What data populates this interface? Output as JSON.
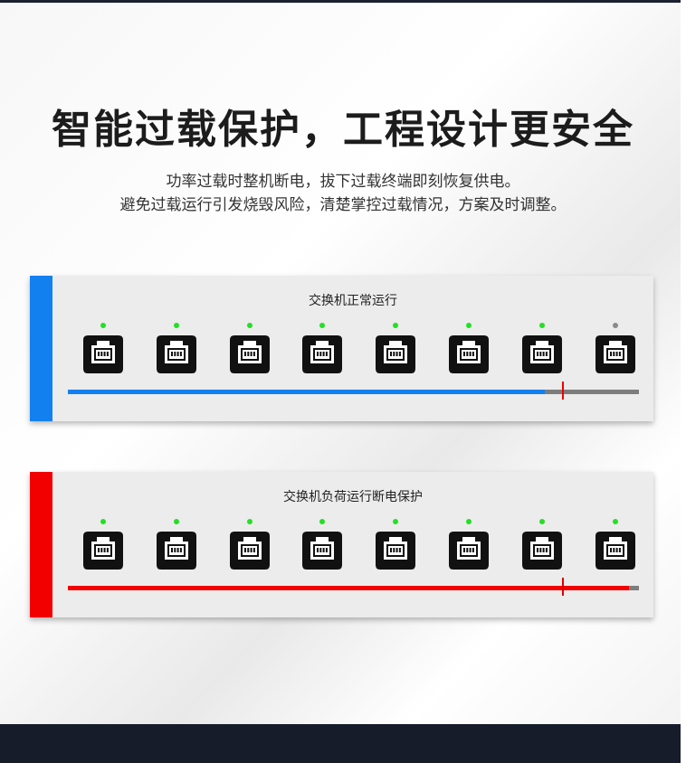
{
  "heading": "智能过载保护，工程设计更安全",
  "description": {
    "line1": "功率过载时整机断电，拔下过载终端即刻恢复供电。",
    "line2": "避免过载运行引发烧毁风险，清楚掌控过载情况，方案及时调整。"
  },
  "colors": {
    "normal_accent": "#1380f0",
    "overload_accent": "#f20000",
    "led_on": "#22e022",
    "led_off": "#8a8a8a"
  },
  "panels": [
    {
      "title": "交换机正常运行",
      "status": "normal",
      "port_count": 8,
      "port_icon": "ethernet-port-icon",
      "led_states": [
        "on",
        "on",
        "on",
        "on",
        "on",
        "on",
        "on",
        "off"
      ],
      "load_fraction": 0.835,
      "limit_fraction": 0.865
    },
    {
      "title": "交换机负荷运行断电保护",
      "status": "overload",
      "port_count": 8,
      "port_icon": "ethernet-port-icon",
      "led_states": [
        "on",
        "on",
        "on",
        "on",
        "on",
        "on",
        "on",
        "on"
      ],
      "load_fraction": 0.983,
      "limit_fraction": 0.865
    }
  ]
}
